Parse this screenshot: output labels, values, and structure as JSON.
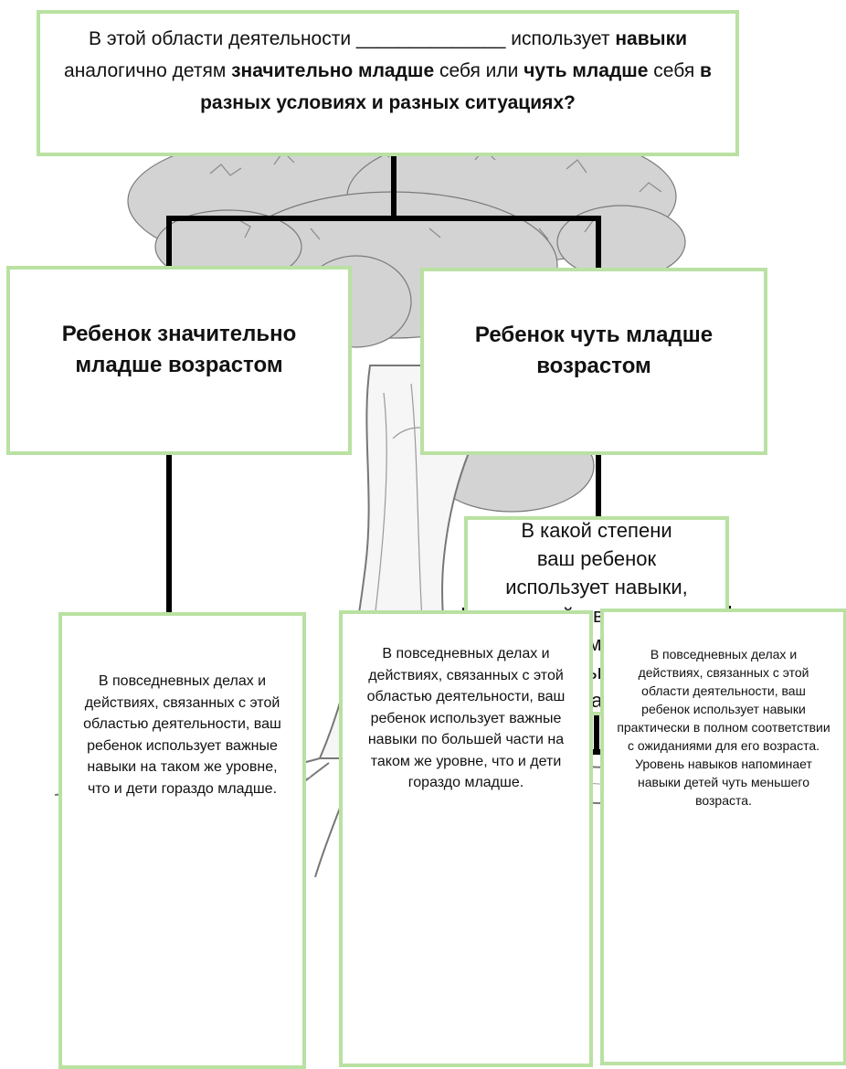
{
  "question": {
    "parts": [
      {
        "text": "В этой области деятельности ______________ использует ",
        "bold": false
      },
      {
        "text": "навыки",
        "bold": true
      },
      {
        "text": " аналогично детям ",
        "bold": false
      },
      {
        "text": "значительно младше",
        "bold": true
      },
      {
        "text": " себя или ",
        "bold": false
      },
      {
        "text": "чуть младше",
        "bold": true
      },
      {
        "text": " себя ",
        "bold": false
      },
      {
        "text": "в разных условиях и разных ситуациях?",
        "bold": true
      }
    ]
  },
  "branches": {
    "much_younger": "Ребенок значительно младше возрастом",
    "slightly_younger": "Ребенок чуть младше возрастом"
  },
  "degree_question": "В какой степени ваш ребенок использует навыки, свойственные детям чуть меньшего возраста?",
  "descriptions": [
    "В повседневных делах и действиях, связанных с этой областью деятельности, ваш ребенок использует важные навыки на таком же уровне, что и дети гораздо младше.",
    "В повседневных делах и действиях, связанных с этой областью деятельности, ваш ребенок использует важные навыки по большей части на таком же уровне, что и дети гораздо младше.",
    "В повседневных делах и действиях, связанных с этой области деятельности, ваш ребенок использует навыки практически в полном соответствии с ожиданиями для его возраста. Уровень навыков напоминает навыки детей чуть меньшего возраста."
  ],
  "colors": {
    "box_border": "#b9e1a2",
    "connector": "#000000",
    "illustration": "#8a8a8a"
  }
}
